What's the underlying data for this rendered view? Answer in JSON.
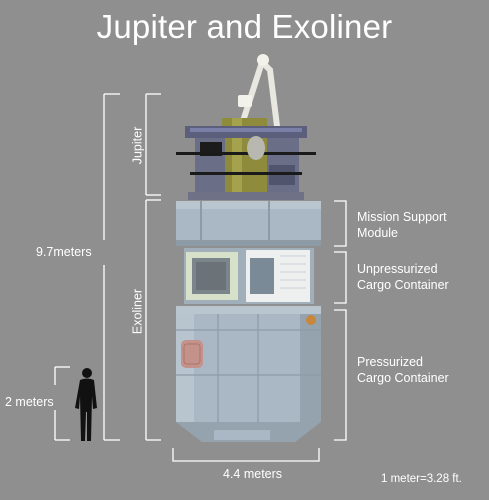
{
  "title": "Jupiter and Exoliner",
  "labels": {
    "jupiter": "Jupiter",
    "exoliner": "Exoliner",
    "total_height": "9.7meters",
    "person_height": "2 meters",
    "width": "4.4 meters",
    "conversion": "1 meter=3.28 ft.",
    "mission_support_line1": "Mission Support",
    "mission_support_line2": "Module",
    "unpressurized_line1": "Unpressurized",
    "unpressurized_line2": "Cargo Container",
    "pressurized_line1": "Pressurized",
    "pressurized_line2": "Cargo Container"
  },
  "colors": {
    "background": "#8f8f8f",
    "hull": "#a9b8c4",
    "hull_shade": "#8d9ba6",
    "gold_core": "#8e8b3c",
    "bracket": "#ffffff"
  }
}
